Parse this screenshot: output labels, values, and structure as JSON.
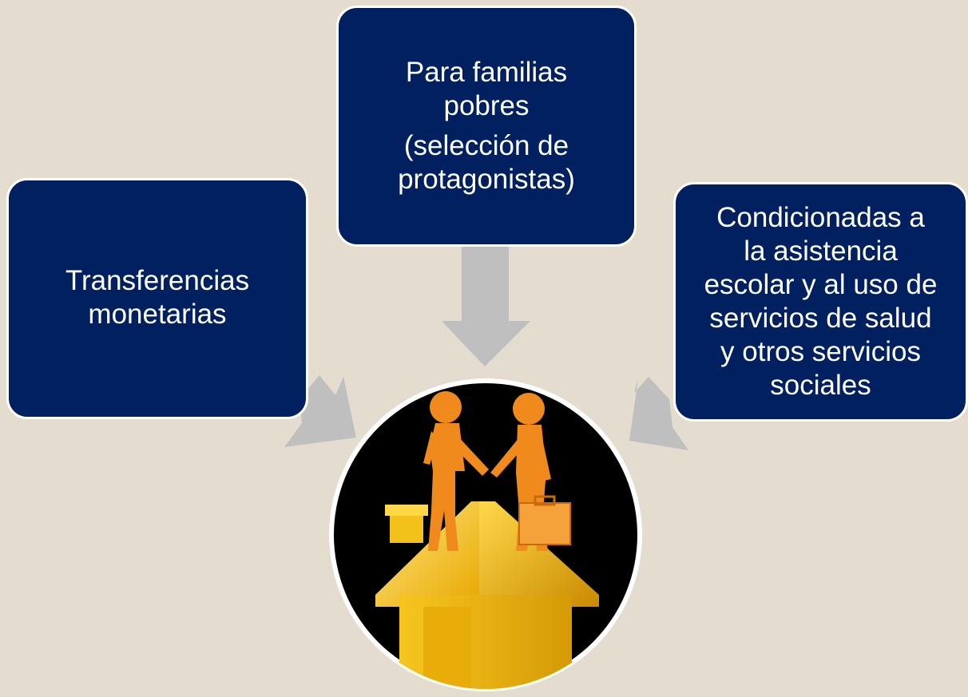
{
  "diagram": {
    "boxes": {
      "left": {
        "lines": [
          "Transferencias",
          "monetarias"
        ]
      },
      "top": {
        "title_lines": [
          "Para familias",
          "pobres"
        ],
        "subtitle_lines": [
          "(selección de",
          "protagonistas)"
        ]
      },
      "right": {
        "lines": [
          "Condicionadas a",
          "la asistencia",
          "escolar y al uso de",
          "servicios de salud",
          "y otros servicios",
          "sociales"
        ]
      }
    },
    "center_image": {
      "subject": "two figures shaking hands on a house roof"
    },
    "colors": {
      "background": "#e3dccf",
      "box_fill": "#002060",
      "box_text": "#ffffff",
      "arrow": "#bfbfbf",
      "circle_fill": "#000000",
      "house": "#f2c21a",
      "figures": "#f08a1c"
    }
  }
}
